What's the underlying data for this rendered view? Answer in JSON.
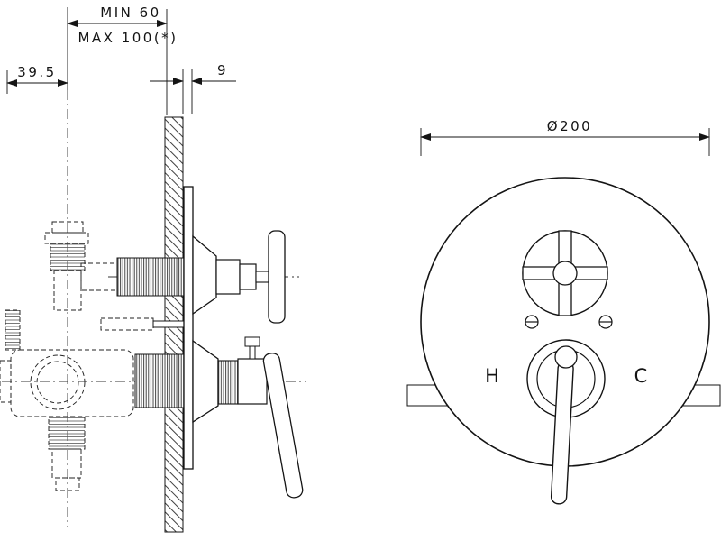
{
  "drawing": {
    "type": "installation-technical-drawing",
    "side_view": {
      "dim_depth_min": "MIN 60",
      "dim_depth_max": "MAX 100(*)",
      "dim_offset": "39.5",
      "dim_plate_gap": "9"
    },
    "front_view": {
      "dim_diameter": "Ø200",
      "hot_label": "H",
      "cold_label": "C"
    },
    "colors": {
      "line": "#141414",
      "background": "#ffffff"
    }
  }
}
